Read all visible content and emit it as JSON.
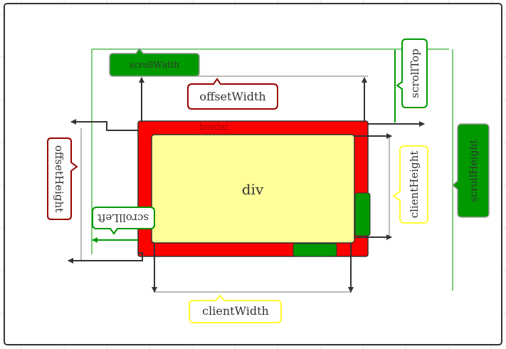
{
  "labels": {
    "div": "div",
    "border": "border",
    "scrollWidth": "scrollWidth",
    "offsetWidth": "offsetWidth",
    "scrollTop": "scrollTop",
    "offsetHeight": "offsetHeight",
    "clientHeight": "clientHeight",
    "scrollHeight": "scrollHeight",
    "scrollLeft": "scrollLeft",
    "clientWidth": "clientWidth"
  },
  "colors": {
    "frame": "#333333",
    "border_box": "#ff0000",
    "content_box": "#ffff99",
    "scrollbar": "#009900",
    "label_green": "#009900",
    "label_red": "#990000",
    "label_yellow": "#ffff33",
    "measure_line": "#777777",
    "grid": "#d4d4d4"
  }
}
